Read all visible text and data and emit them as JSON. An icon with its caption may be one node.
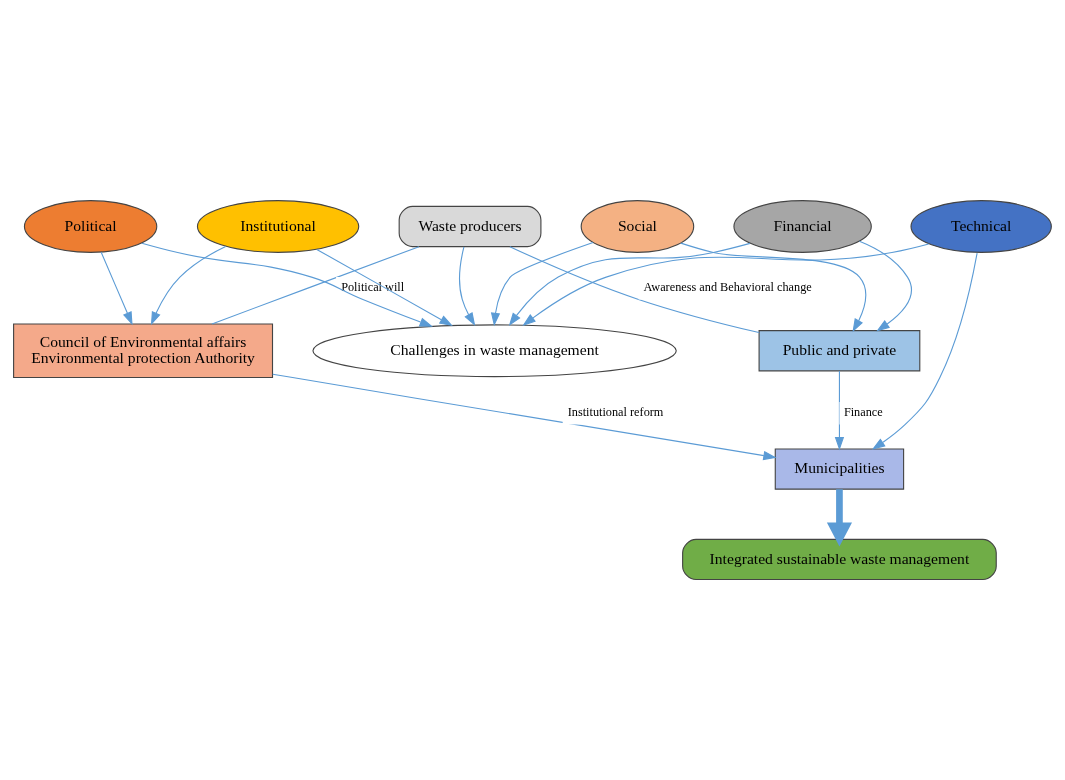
{
  "diagram": {
    "nodes": [
      {
        "text": [
          "Waste producers"
        ]
      },
      {
        "text": [
          "Political"
        ]
      },
      {
        "text": [
          "Social"
        ]
      },
      {
        "text": [
          "Council of Environmental affairs",
          "Environmental protection Authority"
        ]
      },
      {
        "text": [
          "Challenges in waste management"
        ]
      },
      {
        "text": [
          "Public and private"
        ]
      },
      {
        "text": [
          "Institutional"
        ]
      },
      {
        "text": [
          "Financial"
        ]
      },
      {
        "text": [
          "Technical"
        ]
      },
      {
        "text": [
          "Municipalities"
        ]
      },
      {
        "text": [
          "Integrated sustainable waste management"
        ]
      }
    ],
    "edges": [
      {
        "from": 0,
        "to": 3,
        "arrow": "none",
        "label": "Political will"
      },
      {
        "from": 0,
        "to": 5,
        "arrow": "none",
        "label": "Awareness and Behavioral change"
      },
      {
        "from": 0,
        "to": 4,
        "arrow": "to"
      },
      {
        "from": 1,
        "to": 3,
        "arrow": "to"
      },
      {
        "from": 1,
        "to": 4,
        "arrow": "to"
      },
      {
        "from": 2,
        "to": 4,
        "arrow": "to"
      },
      {
        "from": 2,
        "to": 5,
        "arrow": "to"
      },
      {
        "from": 6,
        "to": 3,
        "arrow": "to"
      },
      {
        "from": 6,
        "to": 4,
        "arrow": "to"
      },
      {
        "from": 7,
        "to": 5,
        "arrow": "to"
      },
      {
        "from": 7,
        "to": 4,
        "arrow": "to"
      },
      {
        "from": 8,
        "to": 4,
        "arrow": "to"
      },
      {
        "from": 8,
        "to": 9,
        "arrow": "to"
      },
      {
        "from": 3,
        "to": 9,
        "arrow": "to",
        "label": "Institutional reform"
      },
      {
        "from": 5,
        "to": 9,
        "arrow": "to",
        "label": "Finance"
      },
      {
        "from": 9,
        "to": 10,
        "arrow": "to",
        "style": "thick"
      }
    ]
  }
}
